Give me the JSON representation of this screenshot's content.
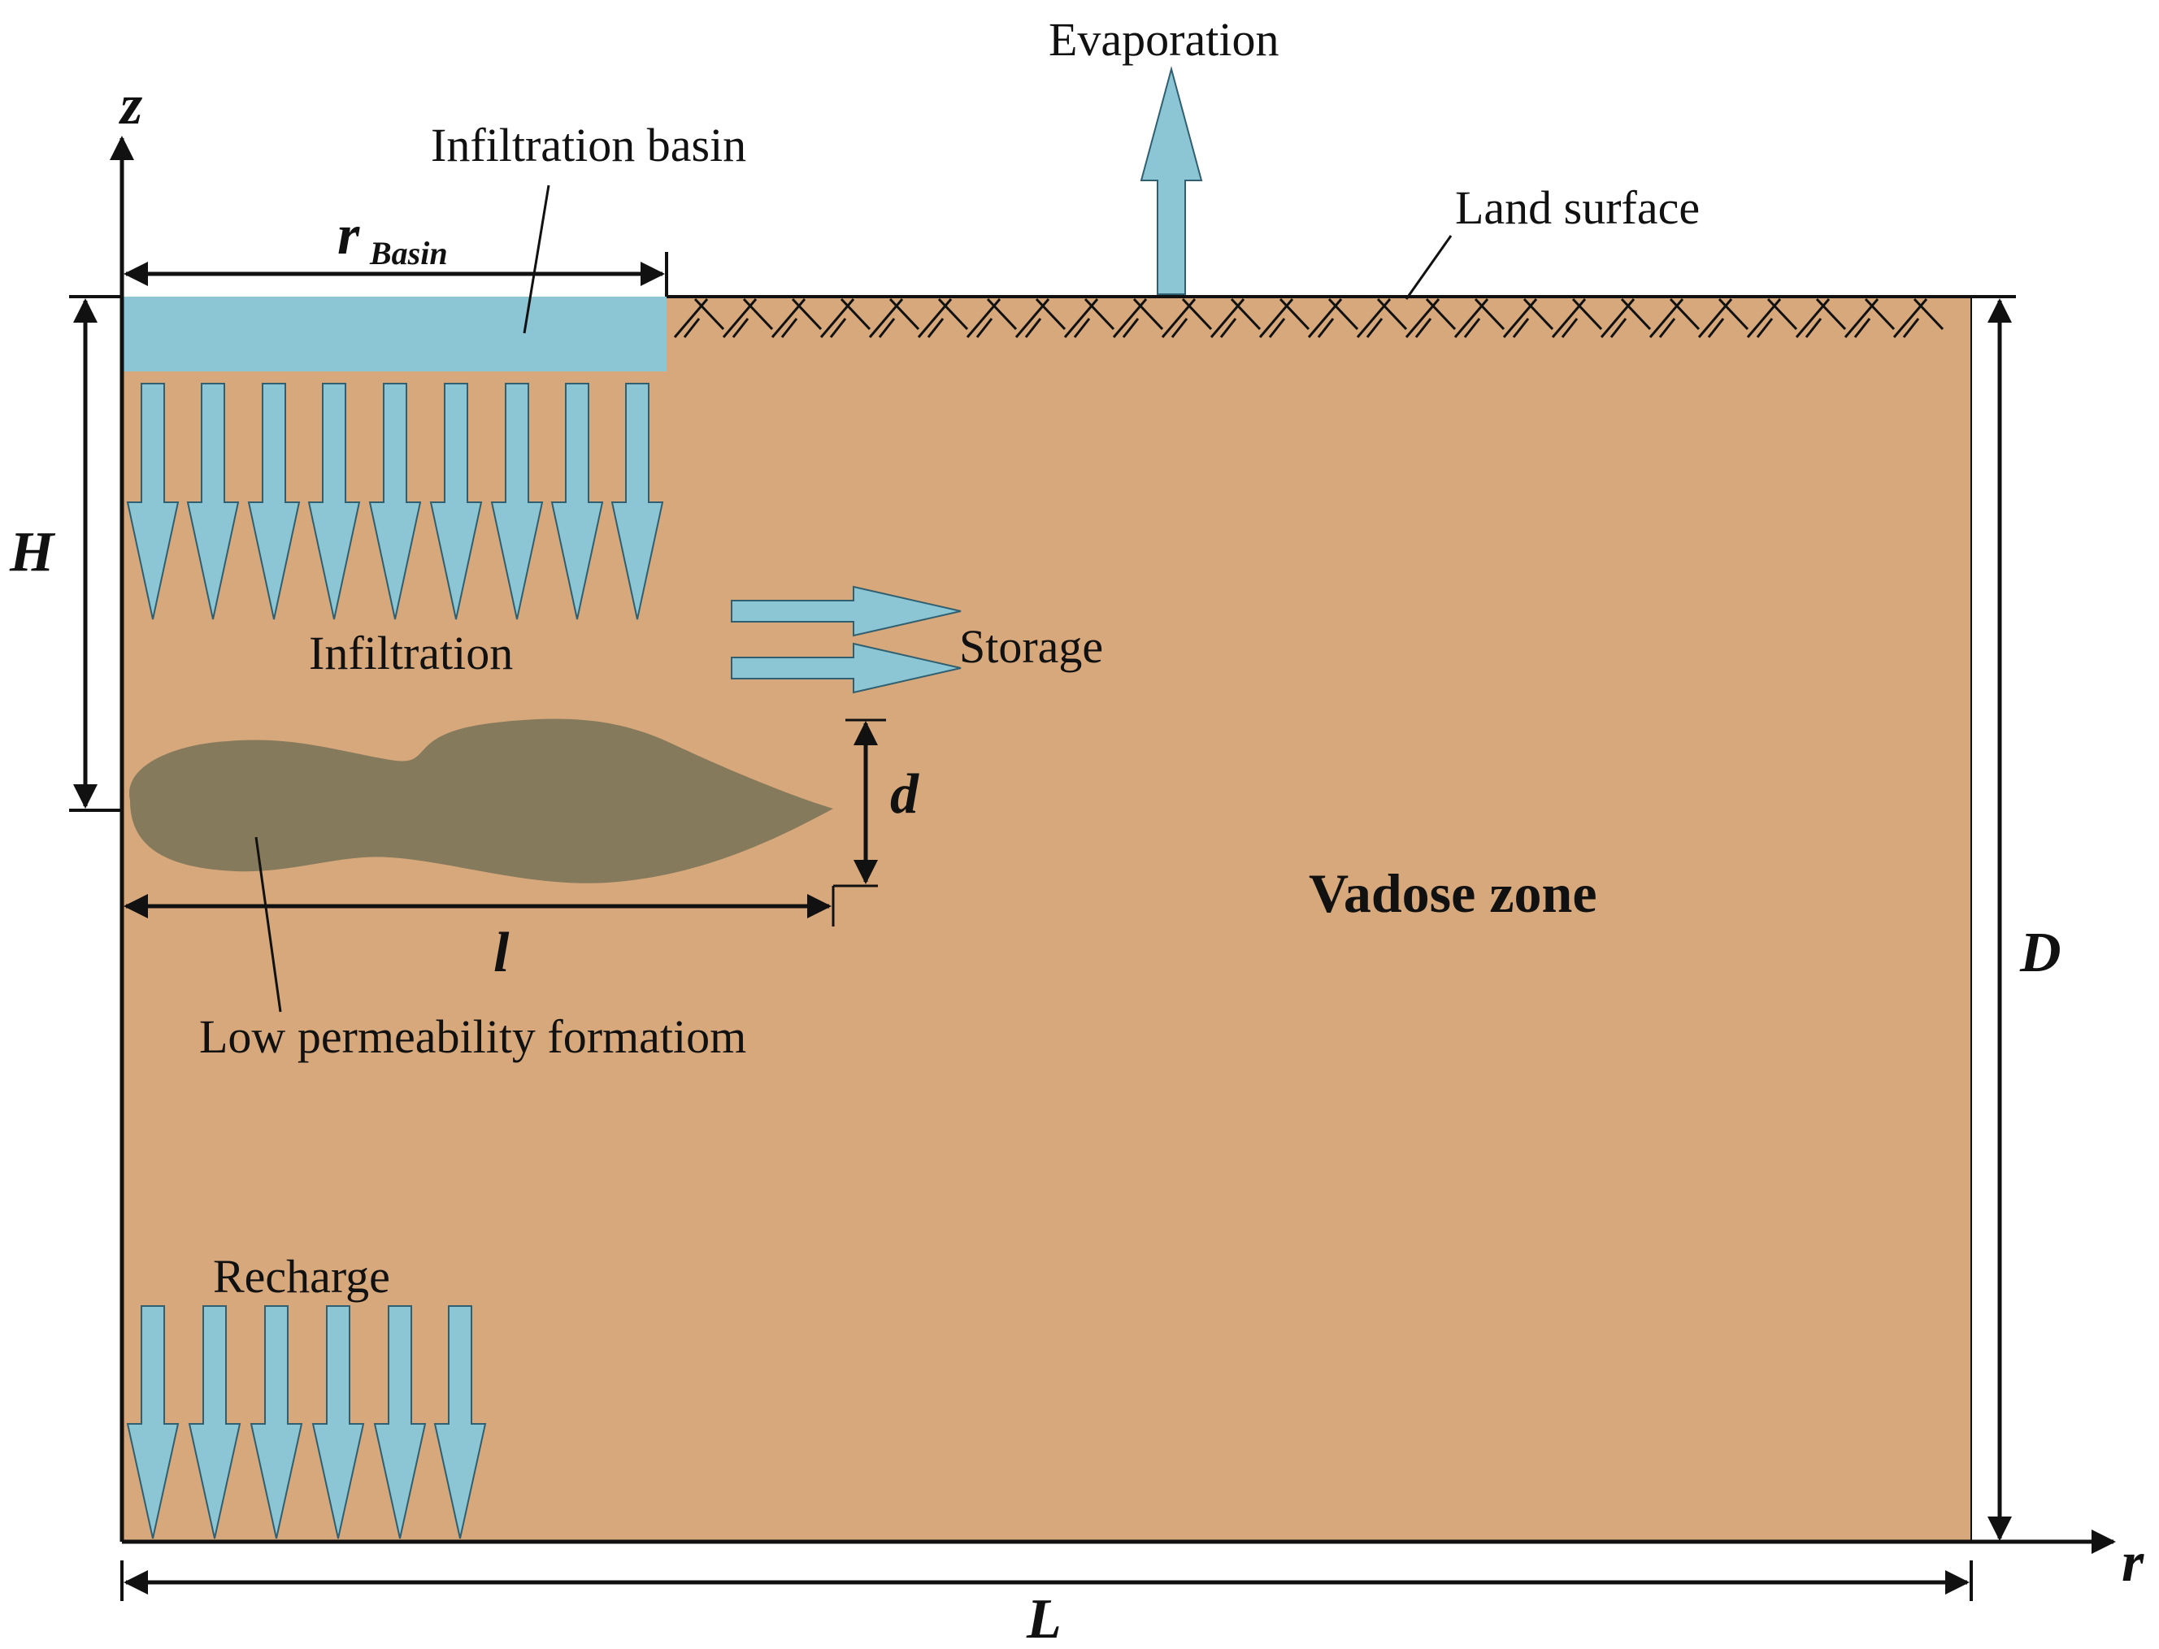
{
  "labels": {
    "evaporation": "Evaporation",
    "infiltration_basin": "Infiltration basin",
    "land_surface": "Land surface",
    "infiltration": "Infiltration",
    "storage": "Storage",
    "vadose_zone": "Vadose zone",
    "low_permeability": "Low permeability formatiom",
    "recharge": "Recharge"
  },
  "symbols": {
    "z_axis": "z",
    "r_axis": "r",
    "r_basin_main": "r",
    "r_basin_sub": "Basin",
    "H": "H",
    "D": "D",
    "L": "L",
    "l": "l",
    "d": "d"
  },
  "colors": {
    "soil": "#D6A87C",
    "water": "#8CC6D4",
    "water_outline": "#2F5F70",
    "formation": "#857A5C",
    "line": "#111111"
  }
}
